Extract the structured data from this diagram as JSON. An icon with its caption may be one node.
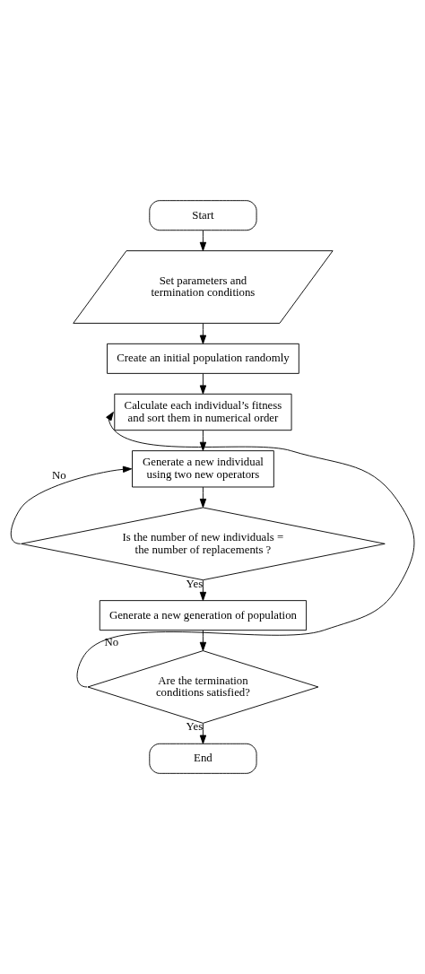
{
  "diagram": {
    "nodes": [
      {
        "text": [
          "Start"
        ]
      },
      {
        "text": [
          "Set parameters and termination conditions"
        ]
      },
      {
        "text": [
          "Create an initial population randomly"
        ]
      },
      {
        "text": [
          "Calculate each individual’s fitness and sort them in numerical order"
        ]
      },
      {
        "text": [
          "Generate a new individual using two new operators"
        ]
      },
      {
        "text": [
          "Is the number of new individuals = the number of replacements ?"
        ]
      },
      {
        "text": [
          "Generate a new generation of population"
        ]
      },
      {
        "text": [
          "Are the termination conditions satisfied?"
        ]
      },
      {
        "text": [
          "End"
        ]
      }
    ],
    "edges": [
      {
        "from": 0,
        "to": 1,
        "arrow": "to"
      },
      {
        "from": 1,
        "to": 2,
        "arrow": "to"
      },
      {
        "from": 2,
        "to": 3,
        "arrow": "to"
      },
      {
        "from": 3,
        "to": 4,
        "arrow": "to"
      },
      {
        "from": 4,
        "to": 5,
        "arrow": "to"
      },
      {
        "from": 5,
        "to": 6,
        "arrow": "to",
        "label": "Yes"
      },
      {
        "from": 5,
        "to": 4,
        "arrow": "to",
        "label": "No"
      },
      {
        "from": 6,
        "to": 7,
        "arrow": "to"
      },
      {
        "from": 7,
        "to": 8,
        "arrow": "to",
        "label": "Yes"
      },
      {
        "from": 7,
        "to": 3,
        "arrow": "to",
        "label": "No"
      }
    ]
  }
}
